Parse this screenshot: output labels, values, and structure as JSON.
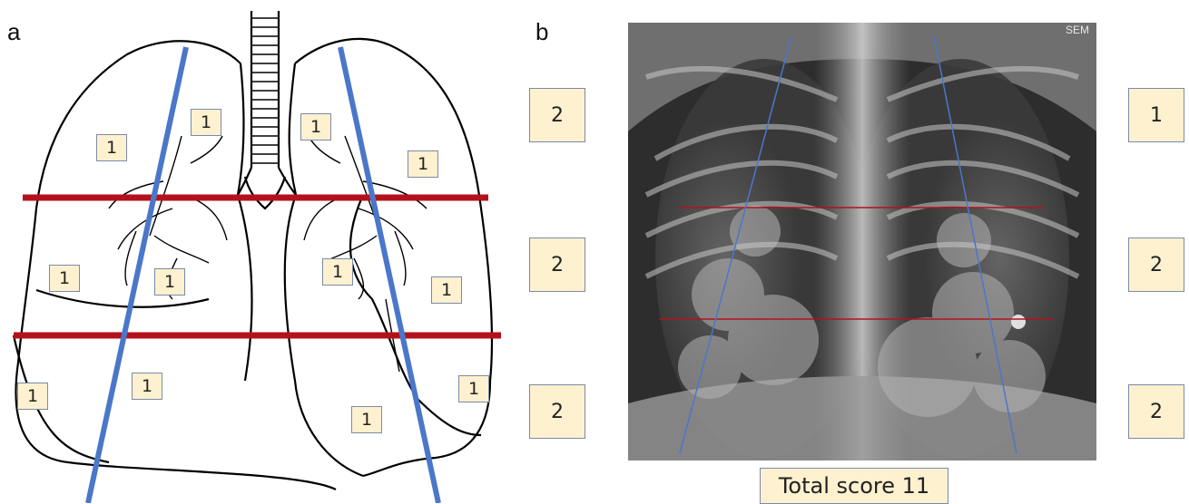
{
  "panel_a": {
    "letter": "a",
    "zone_scores": [
      "1",
      "1",
      "1",
      "1",
      "1",
      "1",
      "1",
      "1",
      "1",
      "1",
      "1",
      "1"
    ]
  },
  "panel_b": {
    "letter": "b",
    "watermark": "SEM",
    "left_scores": [
      "2",
      "2",
      "2"
    ],
    "right_scores": [
      "1",
      "2",
      "2"
    ],
    "total_label": "Total score 11"
  },
  "colors": {
    "divider_red": "#b3121b",
    "axis_blue": "#4a77c9",
    "score_fill": "#fdf1cf",
    "score_border": "#7b8aa8"
  }
}
